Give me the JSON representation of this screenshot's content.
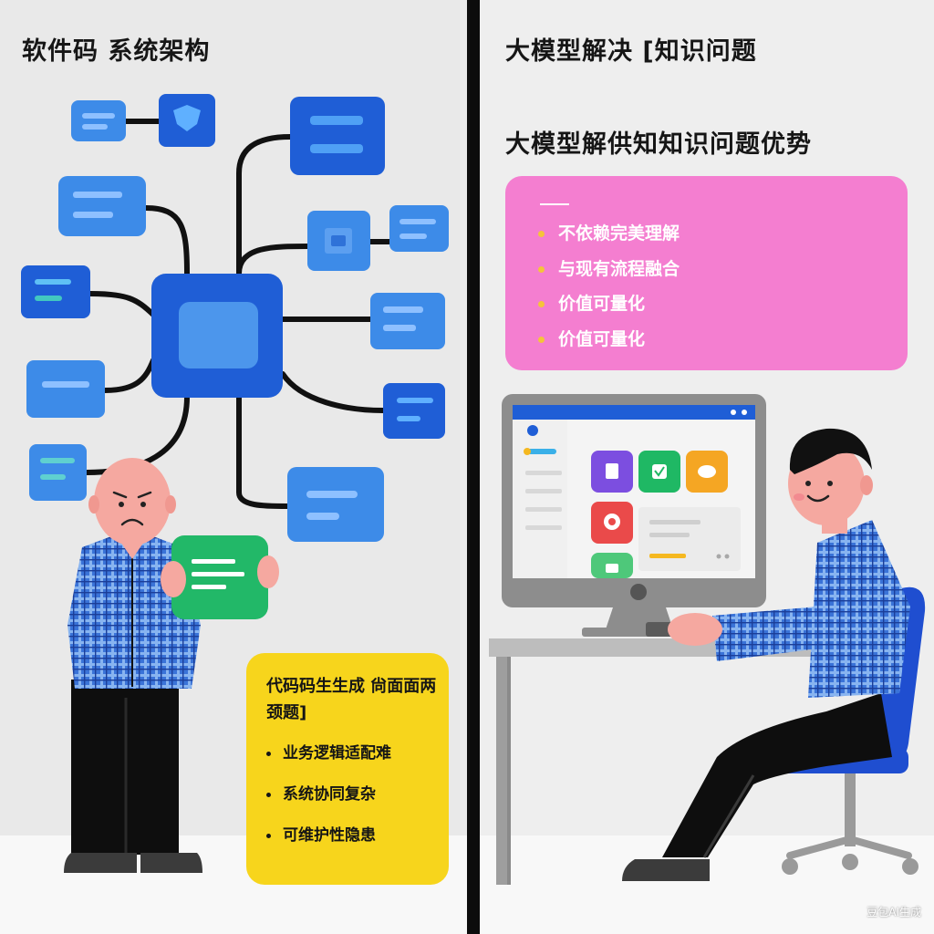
{
  "left": {
    "title": "软件码 系统架构",
    "problems": {
      "heading": "代码码生生成 尙面面两颈题]",
      "items": [
        "业务逻辑适配难",
        "系统协同复杂",
        "可维护性隐患"
      ]
    }
  },
  "right": {
    "title": "大模型解决 [知识问题",
    "subtitle": "大模型解供知知识问题优势",
    "benefits": [
      "不依赖完美理解",
      "与现有流程融合",
      "价值可量化",
      "价值可量化"
    ]
  },
  "watermark": "豆包AI生成",
  "colors": {
    "node_dark": "#1f5ed6",
    "node_light": "#3d8be8",
    "benefits_card": "#f47ed0",
    "problems_card": "#f7d51c",
    "shirt": "#3a73d8",
    "divider": "#0c0c0c"
  },
  "icons": [
    "shield-icon",
    "photo-icon",
    "document-icon",
    "check-icon",
    "chat-icon",
    "location-pin-icon",
    "camera-icon"
  ]
}
